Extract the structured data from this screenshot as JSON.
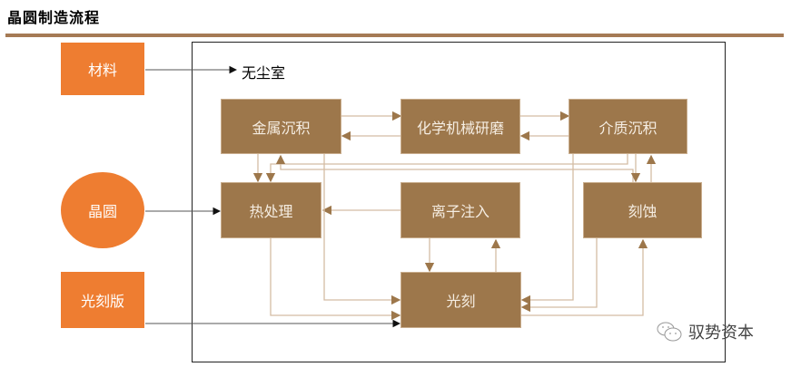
{
  "title": "晶圆制造流程",
  "inputs": {
    "materials": "材料",
    "wafer": "晶圆",
    "photomask": "光刻版"
  },
  "cleanroom_label": "无尘室",
  "processes": {
    "metal_deposition": "金属沉积",
    "cmp": "化学机械研磨",
    "dielectric_deposition": "介质沉积",
    "heat_treatment": "热处理",
    "ion_implantation": "离子注入",
    "etching": "刻蚀",
    "lithography": "光刻"
  },
  "watermark": "驭势资本",
  "colors": {
    "input_orange": "#ee7d31",
    "process_brown": "#9d774b",
    "rule_brown": "#a57a55",
    "connector": "#d4bca3"
  }
}
